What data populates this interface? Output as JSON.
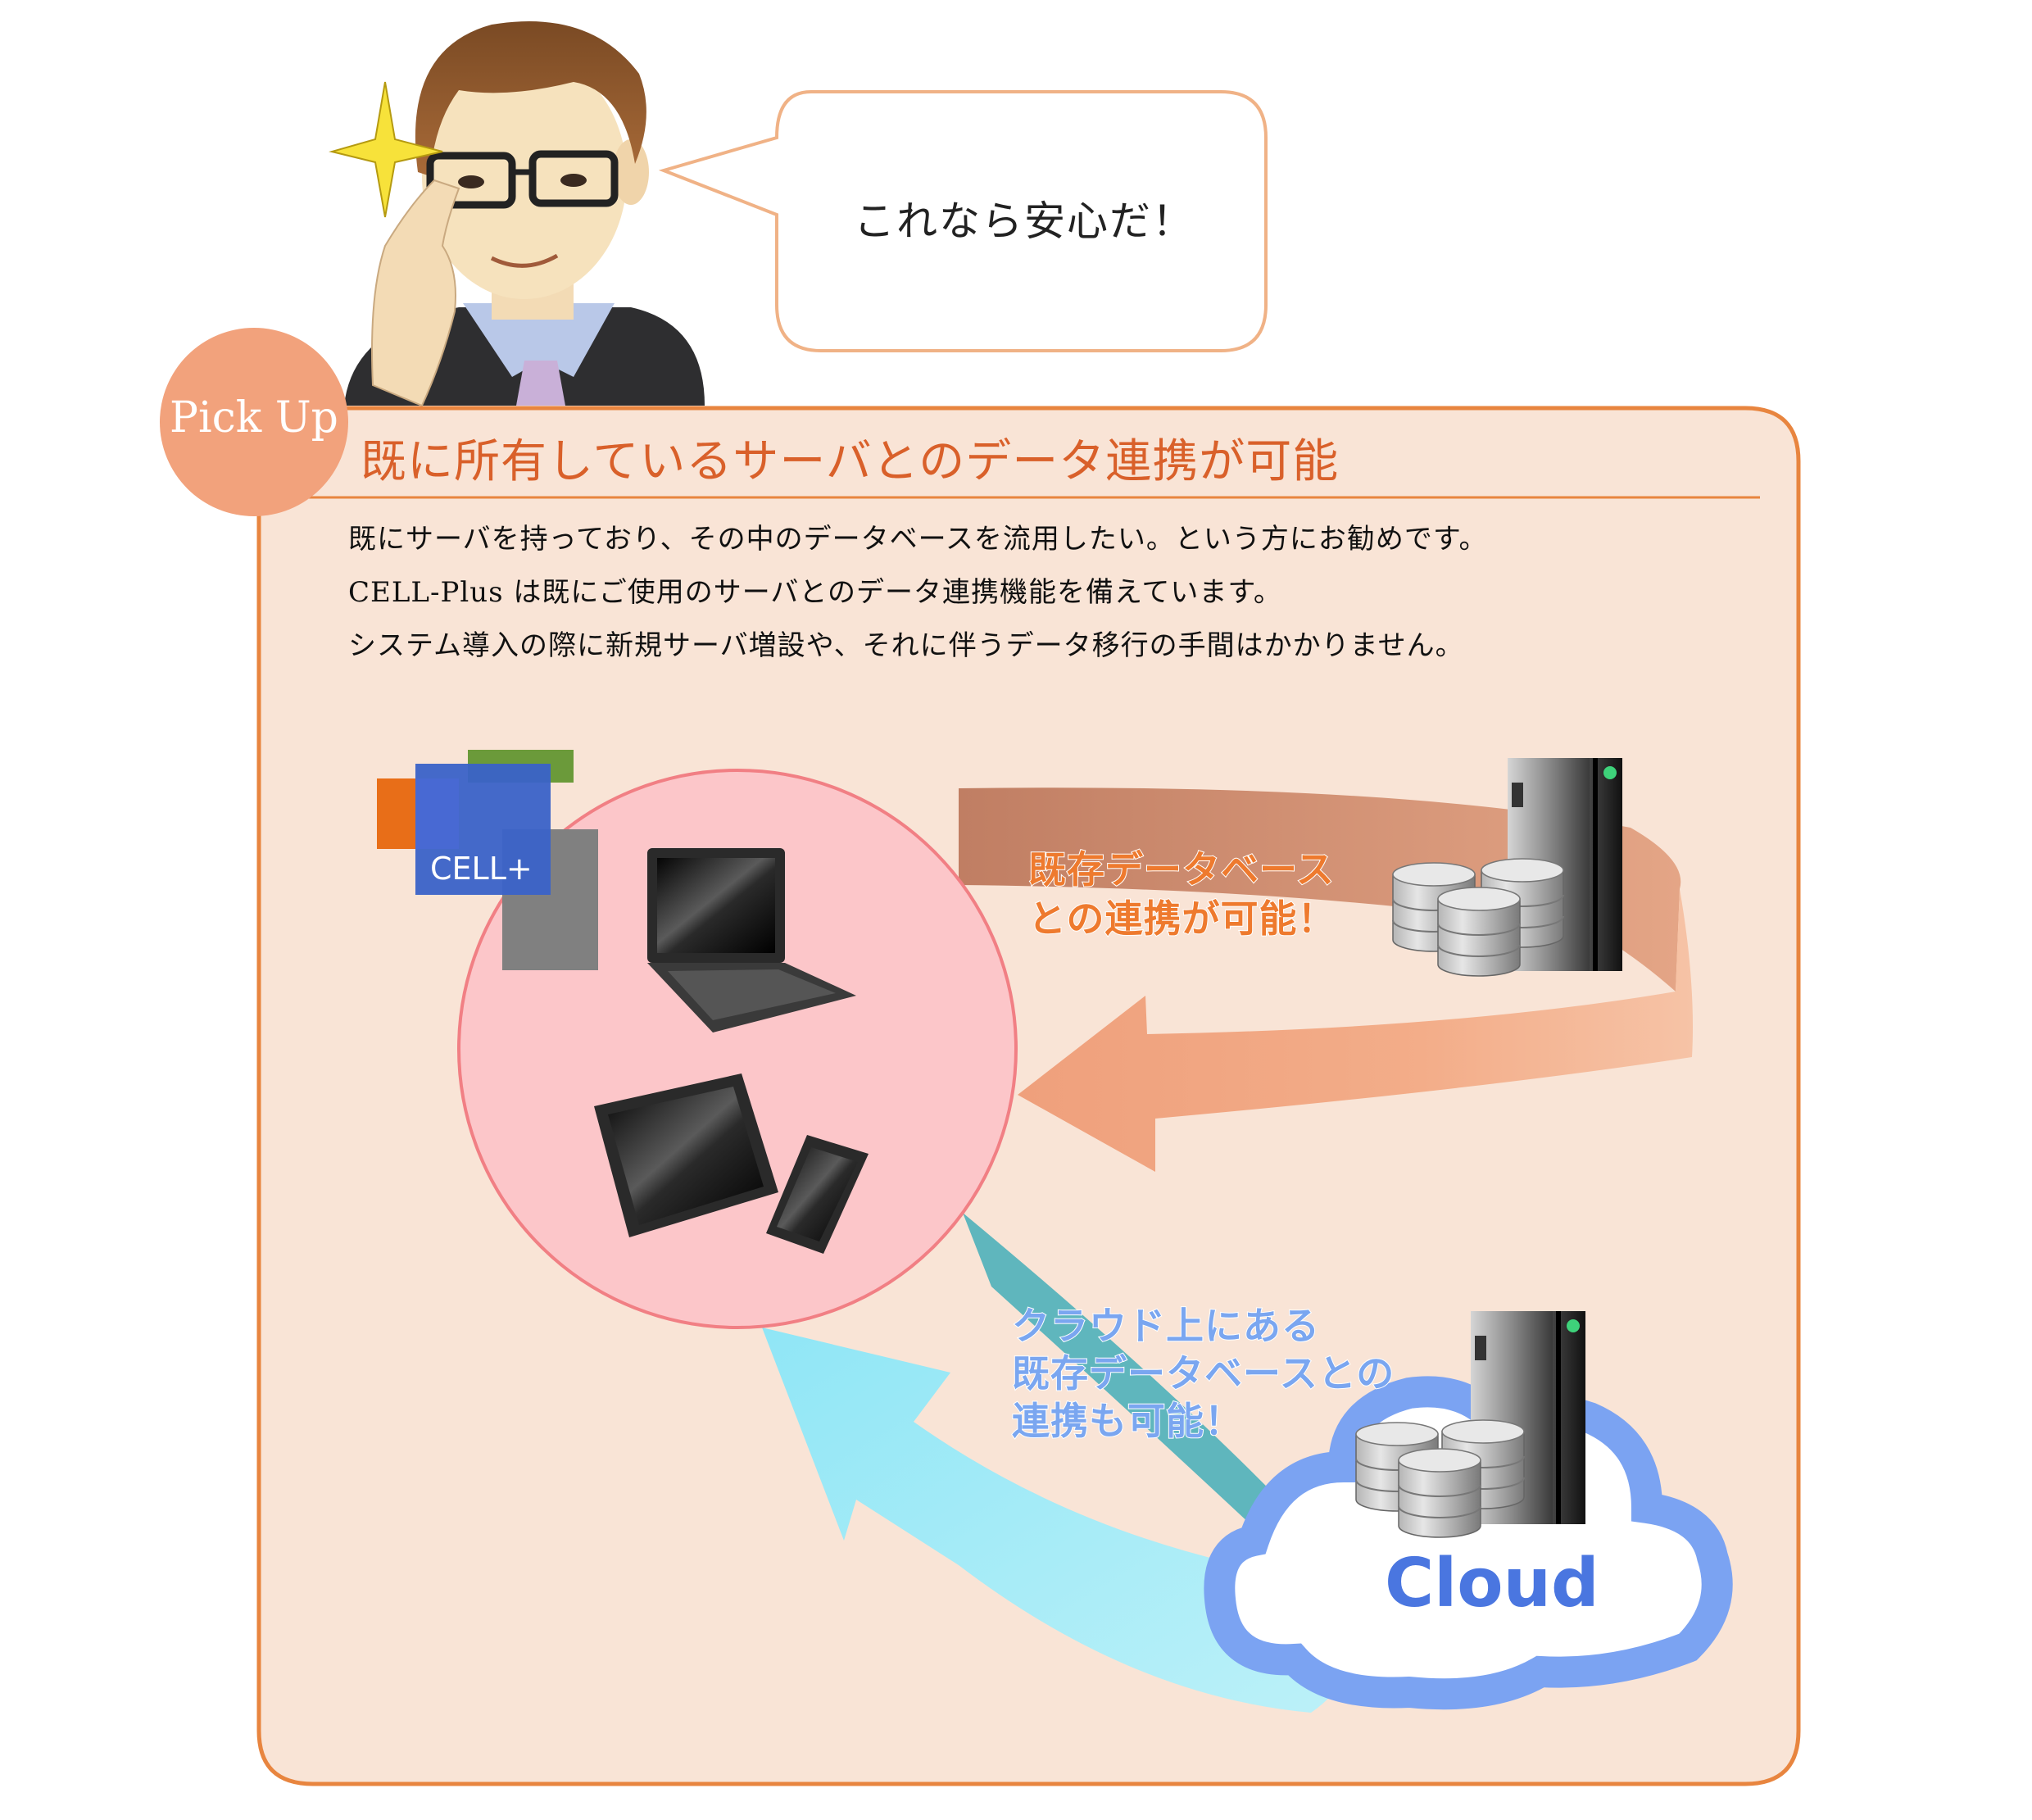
{
  "speech": {
    "text": "これなら安心だ！"
  },
  "pickup": {
    "badge": "Pick Up",
    "title": "既に所有しているサーバとのデータ連携が可能"
  },
  "description": [
    "既にサーバを持っており、その中のデータベースを流用したい。という方にお勧めです。",
    "CELL-Plus は既にご使用のサーバとのデータ連携機能を備えています。",
    "システム導入の際に新規サーバ増設や、それに伴うデータ移行の手間はかかりません。"
  ],
  "diagram": {
    "logo_text": "CELL+",
    "existing_db_caption": [
      "既存データベース",
      "との連携が可能！"
    ],
    "cloud_db_caption": [
      "クラウド上にある",
      "既存データベースとの",
      "連携も可能！"
    ],
    "cloud_label": "Cloud"
  },
  "colors": {
    "panel_fill": "#f9e4d6",
    "panel_border": "#e8853f",
    "title": "#d9602a",
    "badge": "#f2a27c",
    "device_circle": "#fcc6c9",
    "orange_arrow": "#e8916b",
    "teal_arrow": "#5fb6bd",
    "cyan_arrow": "#95e6f5",
    "cloud": "#7ba3f2"
  }
}
